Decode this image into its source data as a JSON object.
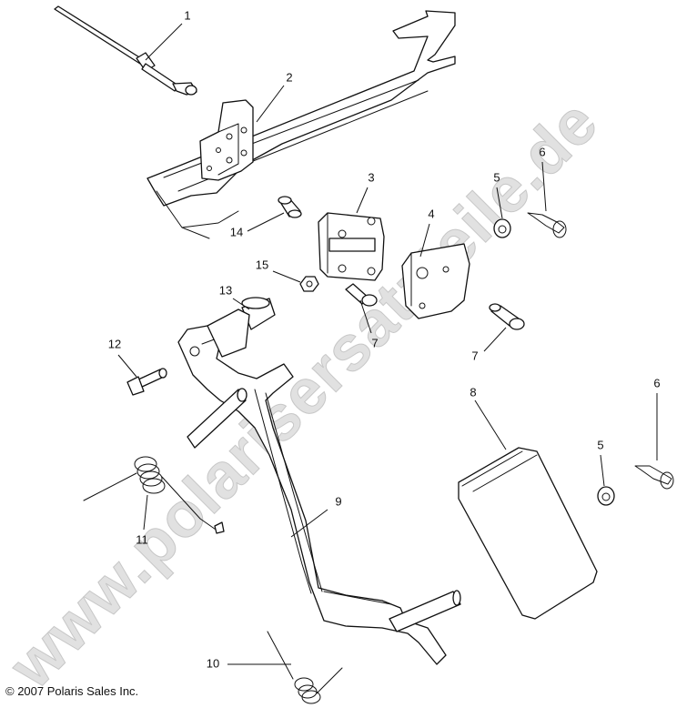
{
  "diagram": {
    "watermark": "www.polarisersatzteile.de",
    "copyright": "© 2007 Polaris Sales Inc.",
    "callouts": {
      "c1": "1",
      "c2": "2",
      "c3": "3",
      "c4": "4",
      "c5a": "5",
      "c5b": "5",
      "c6a": "6",
      "c6b": "6",
      "c7a": "7",
      "c7b": "7",
      "c8": "8",
      "c9": "9",
      "c10": "10",
      "c11": "11",
      "c12": "12",
      "c13": "13",
      "c14": "14",
      "c15": "15"
    }
  }
}
